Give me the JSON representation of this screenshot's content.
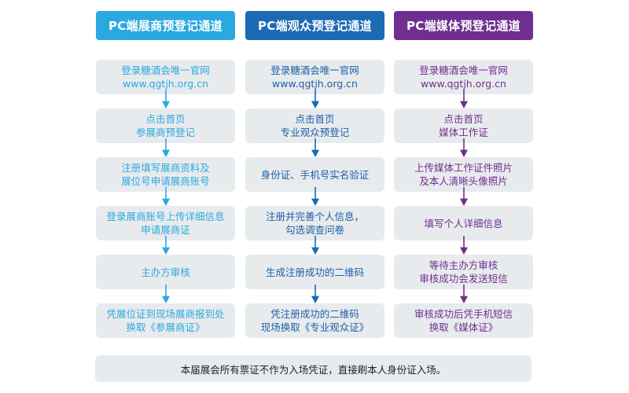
{
  "colors": {
    "exhibitor": "#2ca8e0",
    "visitor": "#1c6ab3",
    "media": "#6f2f90",
    "box_bg": "#e8ebed"
  },
  "columns": [
    {
      "header": "PC端展商预登记通道",
      "steps": [
        [
          "登录糖酒会唯一官网",
          "www.qgtjh.org.cn"
        ],
        [
          "点击首页",
          "参展商预登记"
        ],
        [
          "注册填写展商资料及",
          "展位号申请展商账号"
        ],
        [
          "登录展商账号上传详细信息",
          "申请展商证"
        ],
        [
          "主办方审核"
        ],
        [
          "凭展位证到现场展商报到处",
          "换取《参展商证》"
        ]
      ]
    },
    {
      "header": "PC端观众预登记通道",
      "steps": [
        [
          "登录糖酒会唯一官网",
          "www.qgtjh.org.cn"
        ],
        [
          "点击首页",
          "专业观众预登记"
        ],
        [
          "身份证、手机号实名验证"
        ],
        [
          "注册并完善个人信息，",
          "勾选调查问卷"
        ],
        [
          "生成注册成功的二维码"
        ],
        [
          "凭注册成功的二维码",
          "现场换取《专业观众证》"
        ]
      ]
    },
    {
      "header": "PC端媒体预登记通道",
      "steps": [
        [
          "登录糖酒会唯一官网",
          "www.qgtjh.org.cn"
        ],
        [
          "点击首页",
          "媒体工作证"
        ],
        [
          "上传媒体工作证件照片",
          "及本人清晰头像照片"
        ],
        [
          "填写个人详细信息"
        ],
        [
          "等待主办方审核",
          "审核成功会发送短信"
        ],
        [
          "审核成功后凭手机短信",
          "换取《媒体证》"
        ]
      ]
    }
  ],
  "footer": "本届展会所有票证不作为入场凭证，直接刷本人身份证入场。"
}
